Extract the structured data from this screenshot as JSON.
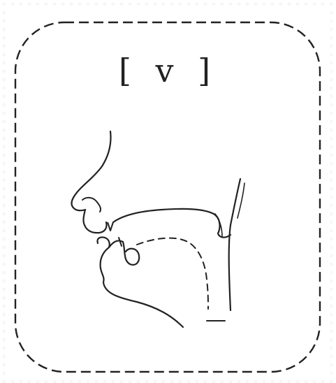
{
  "label": "[ v ]",
  "colors": {
    "ink": "#222222",
    "background": "#ffffff"
  },
  "icons": {
    "frame": "dashed-rounded-frame",
    "profile": "head-sagittal-profile-icon",
    "tongue": "dashed-tongue-line"
  }
}
